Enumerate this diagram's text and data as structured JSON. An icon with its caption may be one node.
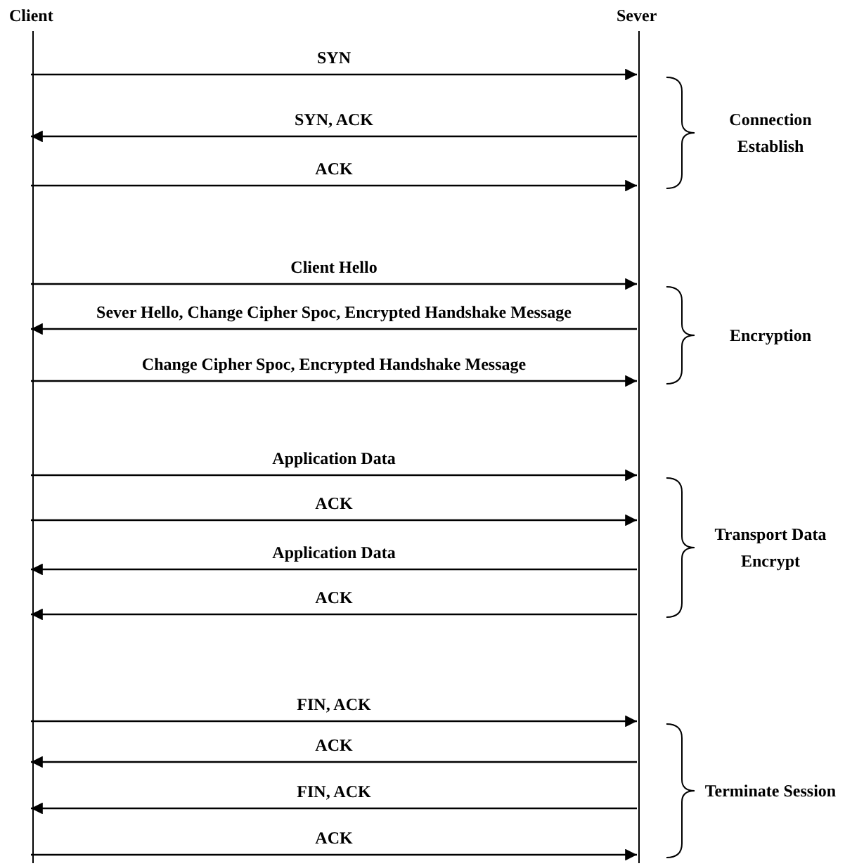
{
  "diagram": {
    "nodes": [
      {
        "text": [
          "Client"
        ]
      },
      {
        "text": [
          "Sever"
        ]
      }
    ],
    "edges": [
      {
        "from": 0,
        "to": 1,
        "arrow": "to",
        "label": "SYN"
      },
      {
        "from": 1,
        "to": 0,
        "arrow": "to",
        "label": "SYN, ACK"
      },
      {
        "from": 0,
        "to": 1,
        "arrow": "to",
        "label": "ACK"
      },
      {
        "from": 0,
        "to": 1,
        "arrow": "to",
        "label": "Client Hello"
      },
      {
        "from": 1,
        "to": 0,
        "arrow": "to",
        "label": "Sever Hello, Change Cipher Spoc, Encrypted Handshake Message"
      },
      {
        "from": 0,
        "to": 1,
        "arrow": "to",
        "label": "Change Cipher Spoc, Encrypted Handshake Message"
      },
      {
        "from": 0,
        "to": 1,
        "arrow": "to",
        "label": "Application Data"
      },
      {
        "from": 0,
        "to": 1,
        "arrow": "to",
        "label": "ACK"
      },
      {
        "from": 1,
        "to": 0,
        "arrow": "to",
        "label": "Application Data"
      },
      {
        "from": 1,
        "to": 0,
        "arrow": "to",
        "label": "ACK"
      },
      {
        "from": 0,
        "to": 1,
        "arrow": "to",
        "label": "FIN, ACK"
      },
      {
        "from": 1,
        "to": 0,
        "arrow": "to",
        "label": "ACK"
      },
      {
        "from": 1,
        "to": 0,
        "arrow": "to",
        "label": "FIN, ACK"
      },
      {
        "from": 0,
        "to": 1,
        "arrow": "to",
        "label": "ACK"
      }
    ],
    "labels": [
      "Connection Establish",
      "Encryption",
      "Transport Data Encrypt",
      "Terminate Session"
    ]
  }
}
